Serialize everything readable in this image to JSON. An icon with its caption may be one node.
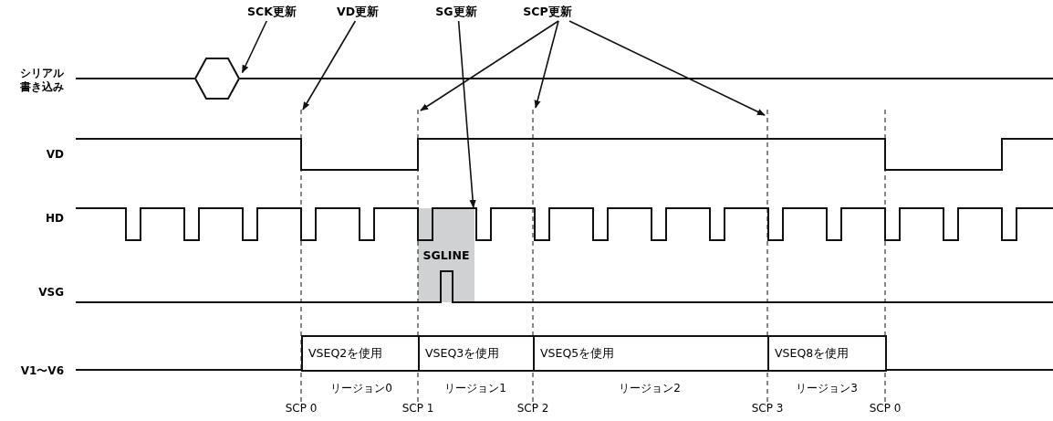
{
  "diagram": {
    "nodes": [
      {
        "text": [
          "SCK更新"
        ]
      },
      {
        "text": [
          "VD更新"
        ]
      },
      {
        "text": [
          "SG更新"
        ]
      },
      {
        "text": [
          "SCP更新"
        ]
      },
      {
        "text": [],
        "shape": "hexagon"
      },
      {
        "text": [
          "SGLINE"
        ]
      },
      {
        "text": [
          "VSEQ2を使用"
        ]
      },
      {
        "text": [
          "VSEQ3を使用"
        ]
      },
      {
        "text": [
          "VSEQ5を使用"
        ]
      },
      {
        "text": [
          "VSEQ8を使用"
        ]
      }
    ],
    "edges": [
      {
        "from": 0,
        "to": 4,
        "arrow": "to"
      },
      {
        "from": 1,
        "to": null,
        "arrow": "to"
      },
      {
        "from": 2,
        "to": 5,
        "arrow": "to"
      },
      {
        "from": 3,
        "to": null,
        "arrow": "to"
      },
      {
        "from": 3,
        "to": null,
        "arrow": "to"
      },
      {
        "from": 3,
        "to": null,
        "arrow": "to"
      }
    ],
    "labels": [
      "シリアル書き込み",
      "VD",
      "HD",
      "VSG",
      "V1〜V6",
      "リージョン0",
      "リージョン1",
      "リージョン2",
      "リージョン3",
      "SCP 0",
      "SCP 1",
      "SCP 2",
      "SCP 3",
      "SCP 0"
    ]
  }
}
